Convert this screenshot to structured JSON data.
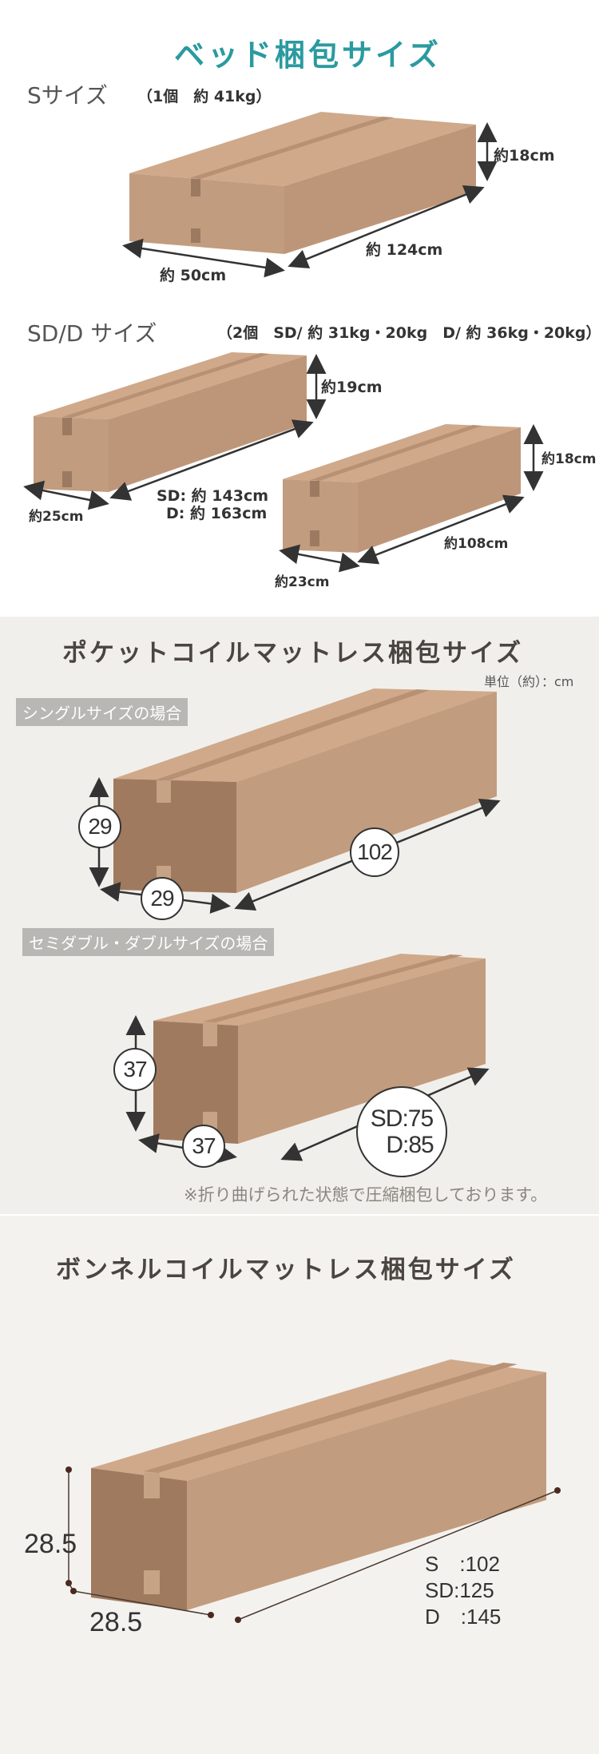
{
  "bed_section": {
    "title": "ベッド梱包サイズ",
    "s": {
      "label": "Sサイズ",
      "info": "（1個　約 41kg）",
      "height": "約18cm",
      "length": "約 124cm",
      "width": "約 50cm"
    },
    "sdd": {
      "label": "SD/D サイズ",
      "info": "（2個　SD/ 約 31kg・20kg　D/ 約 36kg・20kg）",
      "box1": {
        "height": "約19cm",
        "length_sd": "SD: 約 143cm",
        "length_d": "D: 約 163cm",
        "width": "約25cm"
      },
      "box2": {
        "height": "約18cm",
        "length": "約108cm",
        "width": "約23cm"
      }
    }
  },
  "pocket_section": {
    "title": "ポケットコイルマットレス梱包サイズ",
    "unit": "単位（約）：cm",
    "single": {
      "label": "シングルサイズの場合",
      "height": "29",
      "width": "29",
      "length": "102"
    },
    "double": {
      "label": "セミダブル・ダブルサイズの場合",
      "height": "37",
      "width": "37",
      "length_sd": "SD:75",
      "length_d": "D:85"
    },
    "note": "※折り曲げられた状態で圧縮梱包しております。"
  },
  "bonnel_section": {
    "title": "ボンネルコイルマットレス梱包サイズ",
    "height": "28.5",
    "width": "28.5",
    "lengths": [
      "S　:102",
      "SD:125",
      "D　:145"
    ]
  },
  "colors": {
    "accent": "#2a9aa0",
    "box_top": "#cfa98a",
    "box_side": "#c29c7e",
    "box_front": "#a07a5f",
    "tape": "#b89174"
  }
}
